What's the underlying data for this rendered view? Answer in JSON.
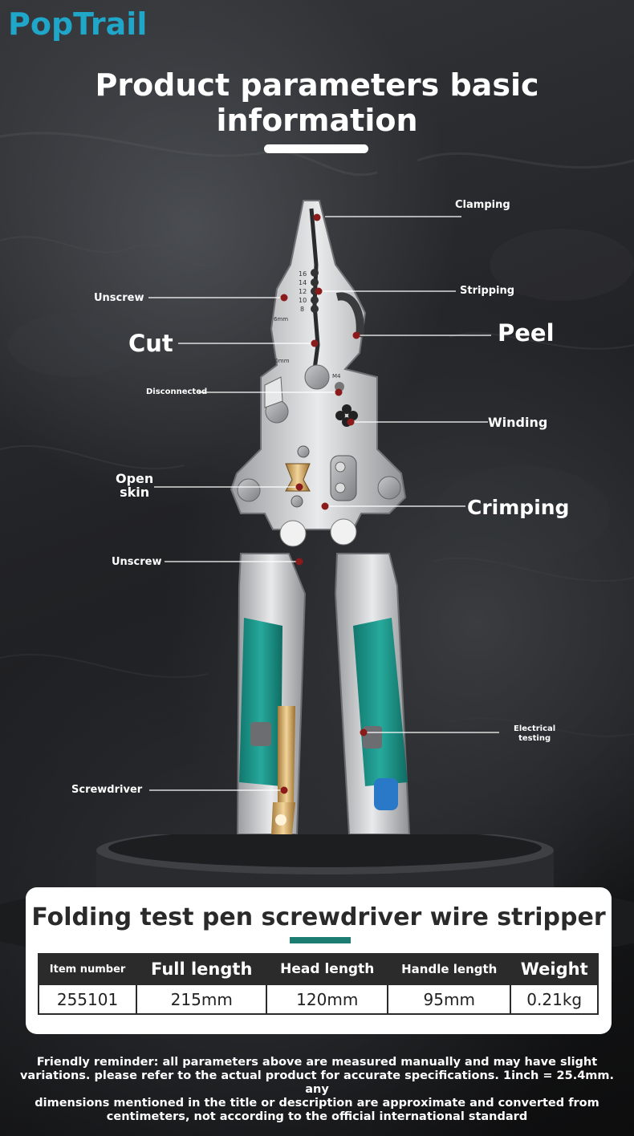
{
  "brand": "PopTrail",
  "headline": "Product parameters basic information",
  "callouts": {
    "clamping": "Clamping",
    "stripping": "Stripping",
    "unscrew_top": "Unscrew",
    "cut": "Cut",
    "peel": "Peel",
    "disconnected": "Disconnected",
    "winding": "Winding",
    "open_skin_line1": "Open",
    "open_skin_line2": "skin",
    "crimping": "Crimping",
    "unscrew_bottom": "Unscrew",
    "electrical_testing_line1": "Electrical",
    "electrical_testing_line2": "testing",
    "screwdriver": "Screwdriver"
  },
  "tool_marks": {
    "gauge_16": "16",
    "gauge_14": "14",
    "gauge_12": "12",
    "gauge_10": "10",
    "gauge_8": "8",
    "mm6": "6mm",
    "mm10": "10mm",
    "m4": "M4"
  },
  "card": {
    "title": "Folding test pen screwdriver wire stripper",
    "headers": [
      "Item number",
      "Full length",
      "Head length",
      "Handle length",
      "Weight"
    ],
    "values": [
      "255101",
      "215mm",
      "120mm",
      "95mm",
      "0.21kg"
    ]
  },
  "note_lines": [
    "Friendly reminder: all parameters above are measured manually and may have slight",
    "variations. please refer to the actual product for accurate specifications. 1inch = 25.4mm. any",
    "dimensions mentioned in the title or description are approximate and converted from",
    "centimeters, not according to the official international standard"
  ],
  "colors": {
    "brand": "#1fa6c9",
    "handle_grip": "#1e9c90",
    "marker_dot": "#8b1a1a",
    "accent_bar": "#1c7d73"
  }
}
